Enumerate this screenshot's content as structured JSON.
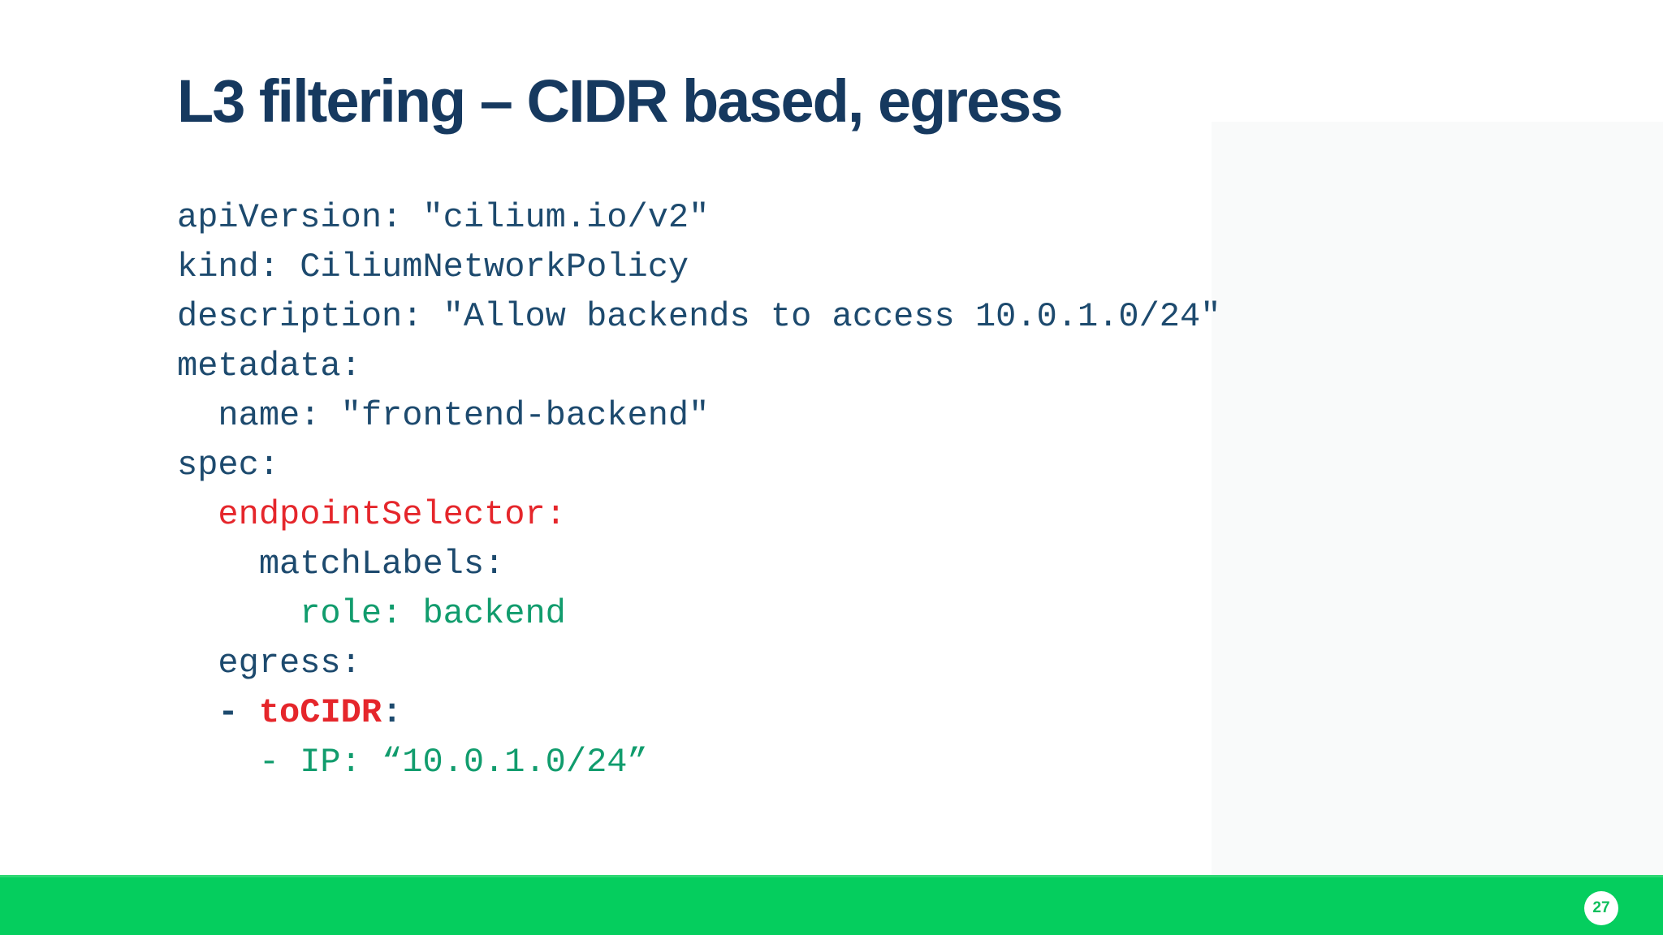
{
  "slide": {
    "title": "L3 filtering – CIDR based, egress",
    "footer": {
      "page_number": "27"
    },
    "colors": {
      "title": "#16395f",
      "code_default": "#1d4a6e",
      "code_red": "#e5262b",
      "code_green": "#119c6d",
      "footer_bar": "#05ce5e",
      "footer_bar_edge": "#2fd874",
      "page_badge_bg": "#ffffff",
      "page_badge_text": "#0fbf5c"
    },
    "code_lines": [
      {
        "segments": [
          {
            "text": "apiVersion: \"cilium.io/v2\"",
            "color": "default"
          }
        ]
      },
      {
        "segments": [
          {
            "text": "kind: CiliumNetworkPolicy",
            "color": "default"
          }
        ]
      },
      {
        "segments": [
          {
            "text": "description: \"Allow backends to access 10.0.1.0/24\"",
            "color": "default"
          }
        ]
      },
      {
        "segments": [
          {
            "text": "metadata:",
            "color": "default"
          }
        ]
      },
      {
        "segments": [
          {
            "text": "  name: \"frontend-backend\"",
            "color": "default"
          }
        ]
      },
      {
        "segments": [
          {
            "text": "spec:",
            "color": "default"
          }
        ]
      },
      {
        "segments": [
          {
            "text": "  ",
            "color": "default"
          },
          {
            "text": "endpointSelector:",
            "color": "red"
          }
        ]
      },
      {
        "segments": [
          {
            "text": "    matchLabels:",
            "color": "default"
          }
        ]
      },
      {
        "segments": [
          {
            "text": "      role: backend",
            "color": "green"
          }
        ]
      },
      {
        "segments": [
          {
            "text": "  egress:",
            "color": "default"
          }
        ]
      },
      {
        "segments": [
          {
            "text": "  - ",
            "color": "default",
            "bold": true
          },
          {
            "text": "toCIDR",
            "color": "red",
            "bold": true
          },
          {
            "text": ":",
            "color": "default",
            "bold": true
          }
        ]
      },
      {
        "segments": [
          {
            "text": "    - IP: “10.0.1.0/24”",
            "color": "green"
          }
        ]
      }
    ]
  }
}
